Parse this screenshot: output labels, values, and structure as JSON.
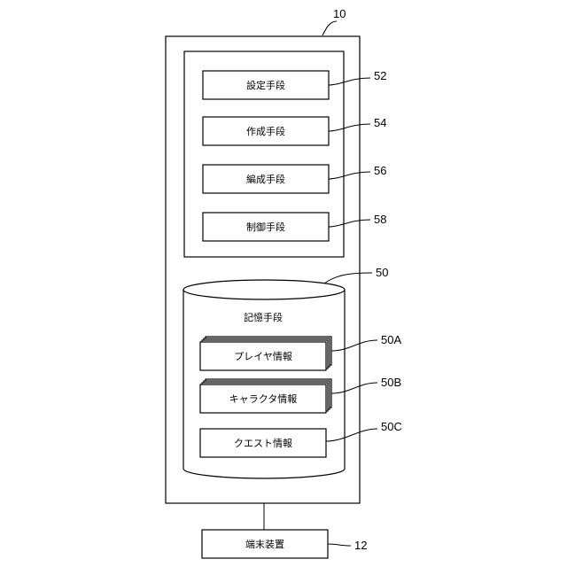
{
  "server": {
    "ref": "10"
  },
  "processing_unit": {
    "items": [
      {
        "label": "設定手段",
        "ref": "52"
      },
      {
        "label": "作成手段",
        "ref": "54"
      },
      {
        "label": "編成手段",
        "ref": "56"
      },
      {
        "label": "制御手段",
        "ref": "58"
      }
    ]
  },
  "storage": {
    "label": "記憶手段",
    "ref": "50",
    "items": [
      {
        "label": "プレイヤ情報",
        "ref": "50A"
      },
      {
        "label": "キャラクタ情報",
        "ref": "50B"
      },
      {
        "label": "クエスト情報",
        "ref": "50C"
      }
    ]
  },
  "terminal": {
    "label": "端末装置",
    "ref": "12"
  }
}
